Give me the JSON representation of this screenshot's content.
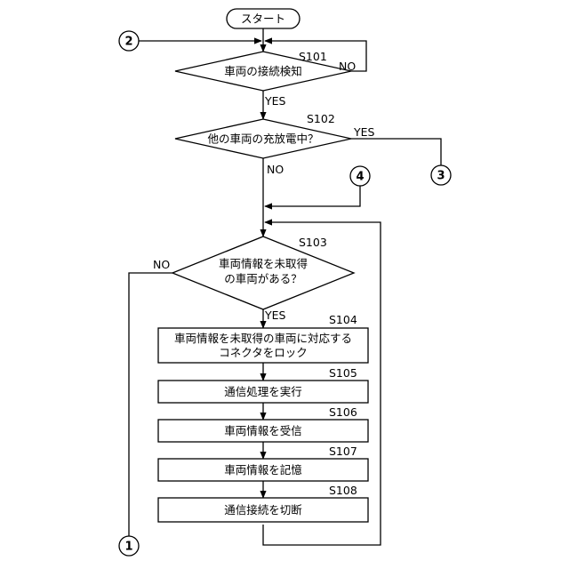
{
  "flowchart": {
    "start": "スタート",
    "steps": [
      {
        "id": "S101",
        "type": "decision",
        "lines": [
          "車両の接続検知"
        ],
        "yes": "YES",
        "no": "NO"
      },
      {
        "id": "S102",
        "type": "decision",
        "lines": [
          "他の車両の充放電中？"
        ],
        "yes": "YES",
        "no": "NO"
      },
      {
        "id": "S103",
        "type": "decision",
        "lines": [
          "車両情報を未取得",
          "の車両がある？"
        ],
        "yes": "YES",
        "no": "NO"
      },
      {
        "id": "S104",
        "type": "process",
        "lines": [
          "車両情報を未取得の車両に対応する",
          "コネクタをロック"
        ]
      },
      {
        "id": "S105",
        "type": "process",
        "lines": [
          "通信処理を実行"
        ]
      },
      {
        "id": "S106",
        "type": "process",
        "lines": [
          "車両情報を受信"
        ]
      },
      {
        "id": "S107",
        "type": "process",
        "lines": [
          "車両情報を記憶"
        ]
      },
      {
        "id": "S108",
        "type": "process",
        "lines": [
          "通信接続を切断"
        ]
      }
    ],
    "connectors": {
      "c1": "1",
      "c2": "2",
      "c3": "3",
      "c4": "4"
    }
  }
}
